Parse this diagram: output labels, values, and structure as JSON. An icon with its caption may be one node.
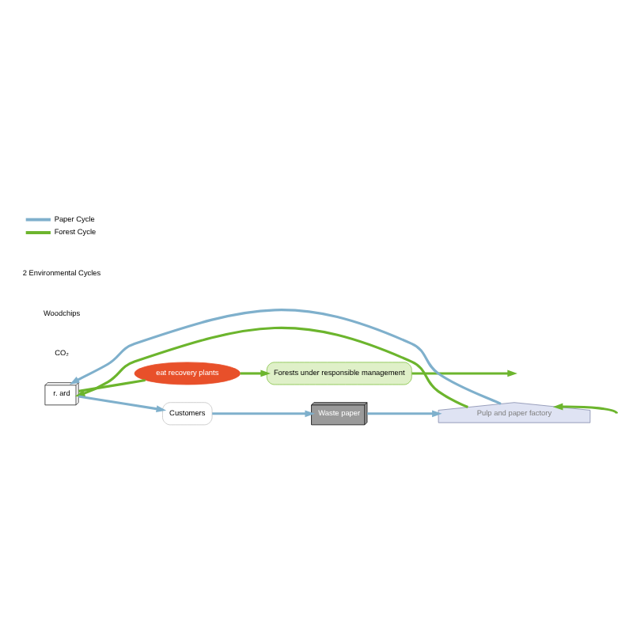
{
  "diagram": {
    "nodes": [
      {
        "text": [
          "eat recovery plants"
        ]
      },
      {
        "text": [
          "Forests under responsible management"
        ]
      },
      {
        "text": [
          "Customers"
        ]
      },
      {
        "text": [
          "Waste paper"
        ]
      },
      {
        "text": [
          "Pulp and paper factory"
        ]
      },
      {
        "text": [
          "r. ard"
        ]
      }
    ],
    "edges": [
      {
        "from": 5,
        "to": 0,
        "arrow": "none"
      },
      {
        "from": 0,
        "to": 1,
        "arrow": "to"
      },
      {
        "from": 1,
        "to": null,
        "arrow": "to"
      },
      {
        "from": null,
        "to": 4,
        "arrow": "to"
      },
      {
        "from": 4,
        "to": 5,
        "arrow": "to"
      },
      {
        "from": 5,
        "to": 2,
        "arrow": "to",
        "color": "#7fb0cc"
      },
      {
        "from": 2,
        "to": 3,
        "arrow": "to",
        "color": "#7fb0cc"
      },
      {
        "from": 3,
        "to": 4,
        "arrow": "to",
        "color": "#7fb0cc"
      },
      {
        "from": 4,
        "to": 5,
        "arrow": "to",
        "color": "#7fb0cc"
      }
    ],
    "labels": [
      "CO₂",
      "Woodchips",
      "2 Environmental Cycles"
    ],
    "legend": [
      {
        "text": "Paper Cycle"
      },
      {
        "text": "Forest Cycle"
      }
    ]
  }
}
